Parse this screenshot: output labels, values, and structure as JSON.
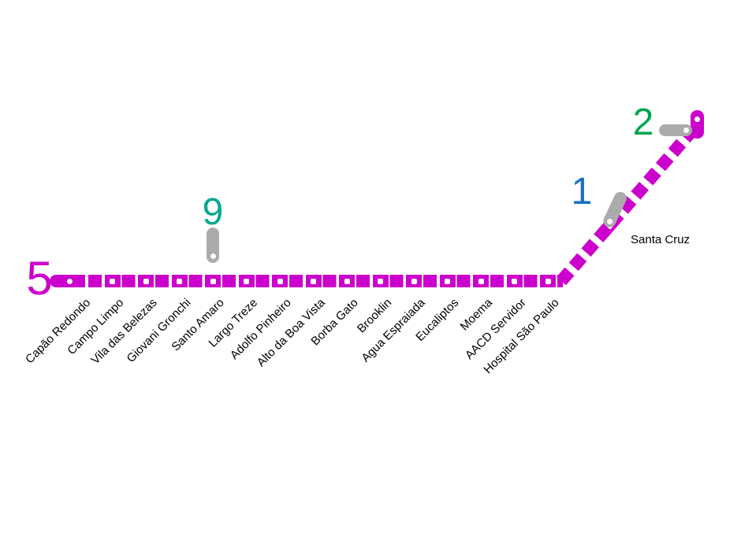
{
  "colors": {
    "background": "#FFFFFF",
    "line": "#CC00CC",
    "badge_line5": "#CC00CC",
    "badge_line9": "#00A88F",
    "badge_line1": "#1A6FC4",
    "badge_line2": "#00A651",
    "interchange_marker": "#ABABAB",
    "hole": "#FFFFFF",
    "label": "#000000"
  },
  "badges": {
    "line5": "5",
    "line9": "9",
    "line1": "1",
    "line2": "2"
  },
  "stations": {
    "horizontal": [
      "Capão Redondo",
      "Campo Limpo",
      "Vila das Belezas",
      "Giovani Gronchi",
      "Santo Amaro",
      "Largo Treze",
      "Adolfo Pinheiro",
      "Alto da Boa Vista",
      "Borba Gato",
      "Brooklin",
      "Agua Espraiada",
      "Eucaliptos",
      "Moema",
      "AACD Servidor",
      "Hospital São Paulo"
    ],
    "diagonal": [
      "Santa Cruz"
    ]
  },
  "interchanges": [
    {
      "line": "9",
      "at_station": "Santo Amaro"
    },
    {
      "line": "1",
      "at_station": "Santa Cruz"
    },
    {
      "line": "2",
      "at_station": ""
    }
  ]
}
